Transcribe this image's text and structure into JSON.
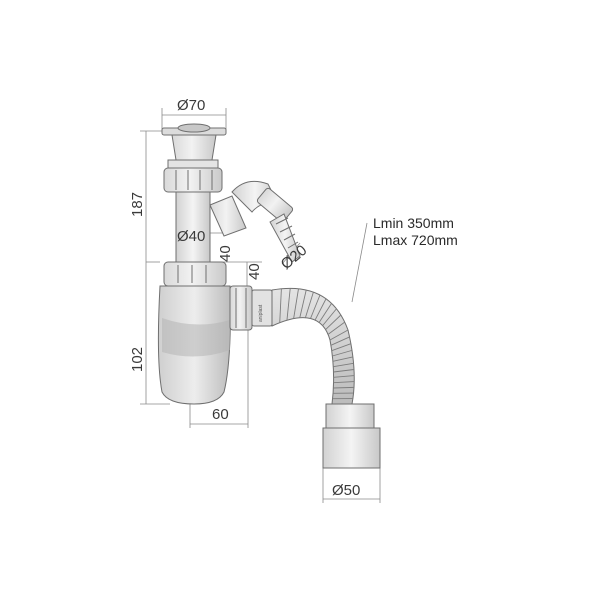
{
  "dimensions": {
    "top_diameter": "Ø70",
    "overall_height": "187",
    "inlet_diameter": "Ø40",
    "side_outlet_label": "40",
    "hose_nozzle_diameter": "Ø20",
    "bottle_height": "102",
    "bottle_offset": "60",
    "outlet_diameter": "Ø50"
  },
  "hose_length": {
    "min": "Lmin 350mm",
    "max": "Lmax 720mm"
  },
  "brand_mark": "aniplast"
}
